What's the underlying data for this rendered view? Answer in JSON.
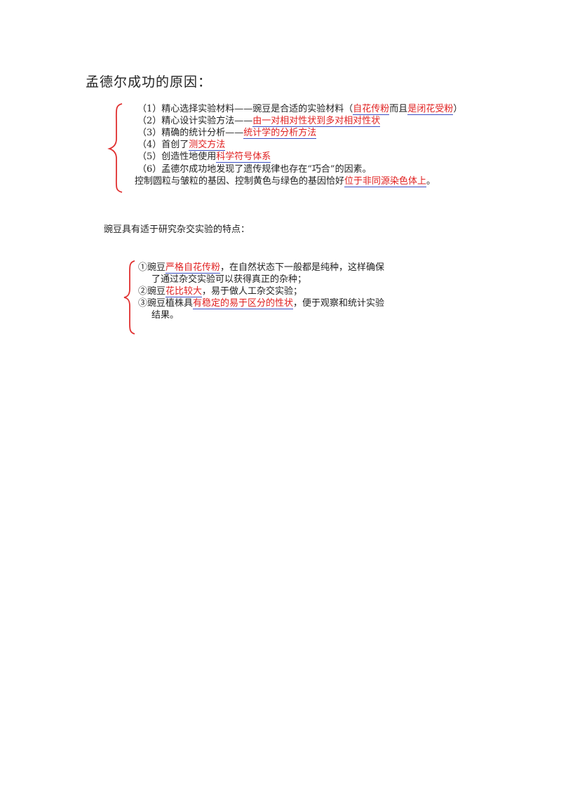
{
  "section1": {
    "title": "孟德尔成功的原因：",
    "items": [
      {
        "pre": "（1）精心选择实验材料——豌豆是合适的实验材料（",
        "hl1": "自花传粉",
        "mid": "而且",
        "hl2": "是闭花受粉",
        "post": "）"
      },
      {
        "pre": "（2）精心设计实验方法——",
        "hl1": "由一对相对性状到多对相对性状",
        "post": ""
      },
      {
        "pre": "（3）精确的统计分析——",
        "hl1": "统计学的分析方法",
        "post": ""
      },
      {
        "pre": "（4）首创了",
        "hl1": "测交方法",
        "post": ""
      },
      {
        "pre": "（5）创造性地使用",
        "hl1": "科学符号体系",
        "post": ""
      },
      {
        "pre": "（6）孟德尔成功地发现了遗传规律也存在“巧合”的因素。"
      },
      {
        "pre": "控制圆粒与皱粒的基因、控制黄色与绿色的基因恰好",
        "hl1": "位于非同源染色体上",
        "post": "。"
      }
    ]
  },
  "section2": {
    "title": "豌豆具有适于研究杂交实验的特点：",
    "items": [
      {
        "pre": "①豌豆",
        "hl1": "严格自花传粉",
        "post": "，在自然状态下一般都是纯种，这样确保"
      },
      {
        "pre": "了通过杂交实验可以获得真正的杂种；"
      },
      {
        "pre": "②豌豆",
        "hl1": "花比较大",
        "post": "，易于做人工杂交实验；"
      },
      {
        "pre": "③豌豆植株具",
        "hl1": "有稳定的易于区分的性状",
        "post": "，便于观察和统计实验"
      },
      {
        "pre": "结果。"
      }
    ]
  },
  "colors": {
    "highlight_text": "#e02020",
    "underline": "#3b4fc4",
    "brace": "#e03030"
  }
}
